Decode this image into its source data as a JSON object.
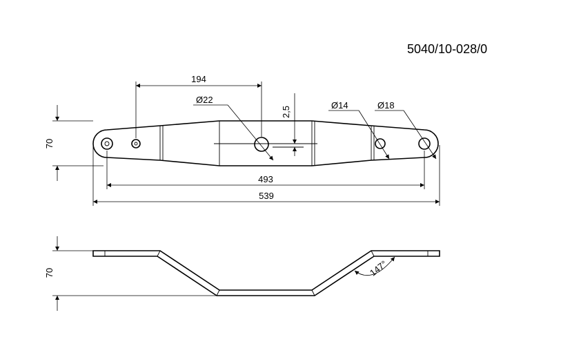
{
  "drawing": {
    "part_number": "5040/10-028/0",
    "top_view": {
      "dim_hole_spacing_left": "194",
      "dim_center_hole": "Ø22",
      "dim_offset": "2,5",
      "dim_hole_small": "Ø14",
      "dim_hole_end": "Ø18",
      "dim_height": "70",
      "dim_outer_holes": "493",
      "dim_overall_length": "539"
    },
    "side_view": {
      "dim_height": "70",
      "dim_bend_angle": "147°"
    }
  }
}
